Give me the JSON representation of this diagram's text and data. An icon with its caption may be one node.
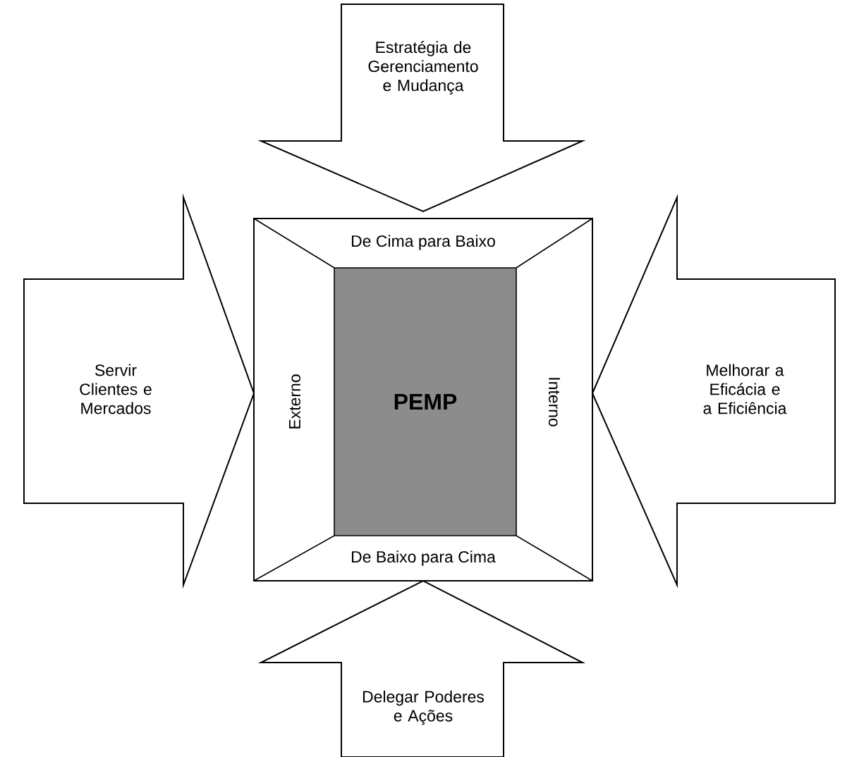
{
  "diagram": {
    "nodes": [
      {
        "text": [
          "Estratégia de Gerenciamento e Mudança"
        ]
      },
      {
        "text": [
          "Servir Clientes e Mercados"
        ]
      },
      {
        "text": [],
        "shape": "box"
      },
      {
        "text": [
          "De Cima para Baixo"
        ],
        "in": 2
      },
      {
        "text": [
          "Externo"
        ],
        "in": 2
      },
      {
        "text": [
          "PEMP"
        ],
        "in": 2
      },
      {
        "text": [
          "Interno"
        ],
        "in": 2
      },
      {
        "text": [
          "De Baixo para Cima"
        ],
        "in": 2
      },
      {
        "text": [
          "Melhorar a Eficácia e a Eficiência"
        ]
      },
      {
        "text": [
          "Delegar Poderes e Ações"
        ]
      }
    ]
  }
}
